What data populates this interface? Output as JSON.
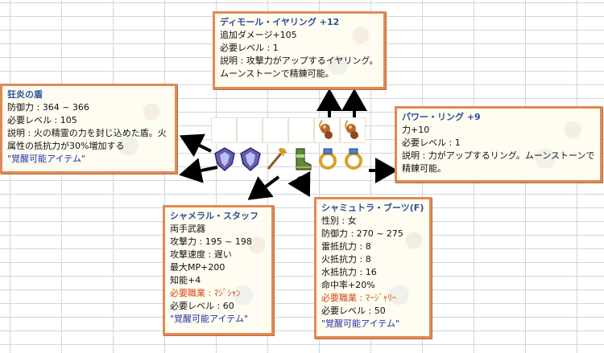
{
  "tooltips": {
    "shield": {
      "title": "狂炎の盾",
      "lines": [
        "防御力 : 364 ~ 366",
        "必要レベル : 105",
        "説明 : 火の精霊の力を封じ込めた盾。火属性の抵抗力が30%増加する"
      ],
      "awakening": "\"覚醒可能アイテム\""
    },
    "earring": {
      "title": "ディモール・イヤリング +12",
      "lines": [
        "追加ダメージ+105",
        "必要レベル : 1",
        "説明 : 攻撃力がアップするイヤリング。ムーンストーンで精錬可能。"
      ]
    },
    "ring": {
      "title": "パワー・リング +9",
      "lines": [
        "力+10",
        "必要レベル : 1",
        "説明 : 力がアップするリング。ムーンストーンで精錬可能。"
      ]
    },
    "staff": {
      "title": "シャメラル・スタッフ",
      "lines": [
        "両手武器",
        "攻撃力 : 195 ~ 198",
        "攻撃速度 : 遅い",
        "最大MP+200",
        "知能+4"
      ],
      "requirement": "必要職業 : ﾏｼﾞｼｬﾝ",
      "level": "必要レベル : 60",
      "awakening": "\"覚醒可能アイテム\""
    },
    "boots": {
      "title": "シャミュトラ・ブーツ(F)",
      "lines": [
        "性別 : 女",
        "防御力 : 270 ~ 275",
        "雷抵抗力 : 8",
        "火抵抗力 : 8",
        "水抵抗力 : 16",
        "命中率+20%"
      ],
      "requirement": "必要職業 : ﾏｰｼﾞｬﾘｰ",
      "level": "必要レベル : 50",
      "awakening": "\"覚醒可能アイテム\""
    }
  },
  "inventory": {
    "items": [
      "shield-icon",
      "shield-icon",
      "staff-icon",
      "boots-icon",
      "ring-icon",
      "ring-icon",
      "earring-icon",
      "earring-icon"
    ]
  },
  "colors": {
    "border": "#e08a55",
    "title": "#2d4f9c",
    "requirement": "#d24a16",
    "awakening": "#2130a8"
  }
}
